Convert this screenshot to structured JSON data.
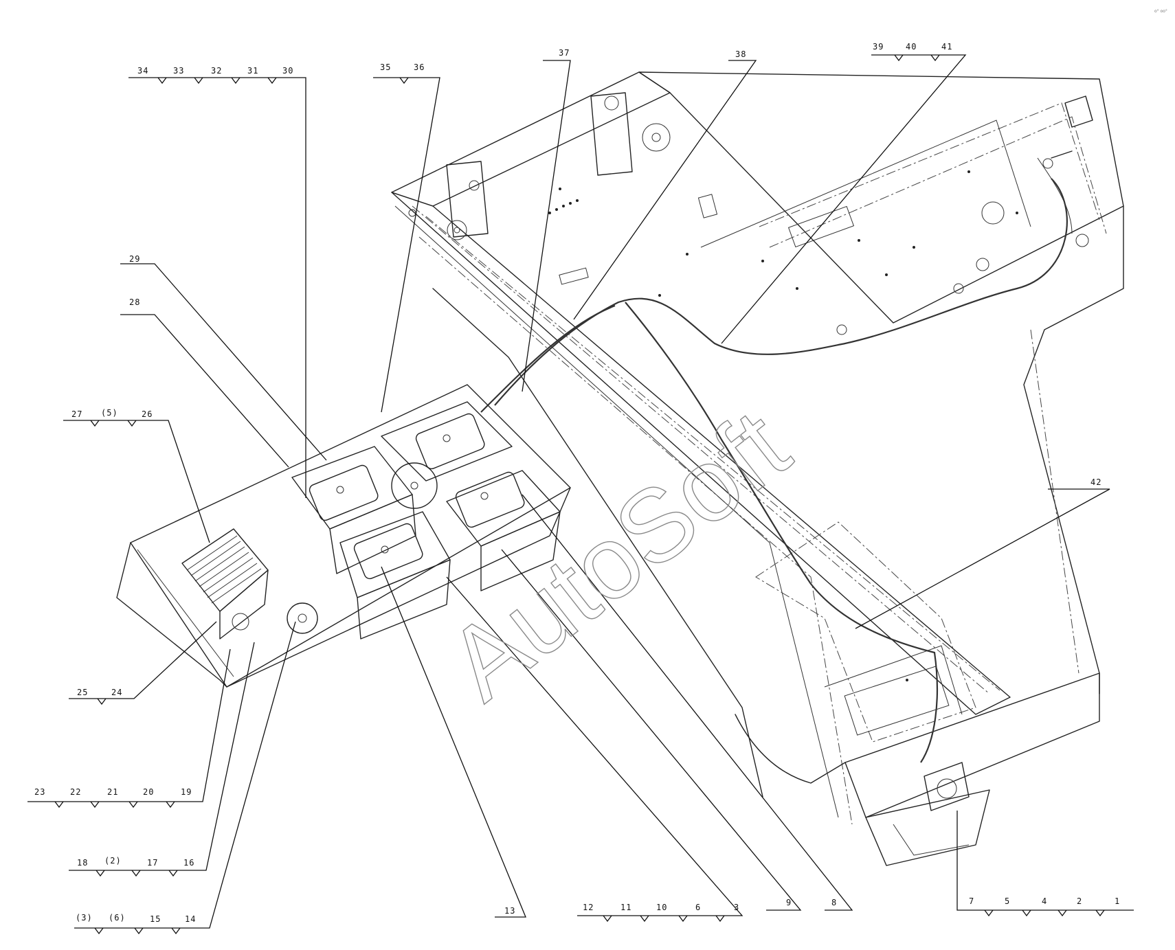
{
  "watermark": "AutoSoft",
  "corner_mark": "o° oo°",
  "callouts": {
    "c37": "37",
    "c38": "38",
    "c39": "39",
    "c40": "40",
    "c41": "41",
    "c34": "34",
    "c33": "33",
    "c32": "32",
    "c31": "31",
    "c30": "30",
    "c35": "35",
    "c36": "36",
    "c29": "29",
    "c28": "28",
    "c27": "27",
    "c5a": "(5)",
    "c26": "26",
    "c42": "42",
    "c25": "25",
    "c24": "24",
    "c23": "23",
    "c22": "22",
    "c21": "21",
    "c20": "20",
    "c19": "19",
    "c18": "18",
    "c2a": "(2)",
    "c17": "17",
    "c16": "16",
    "c3a": "(3)",
    "c6a": "(6)",
    "c15": "15",
    "c14": "14",
    "c13": "13",
    "c12": "12",
    "c11": "11",
    "c10": "10",
    "c6": "6",
    "c3": "3",
    "c9": "9",
    "c8": "8",
    "c7": "7",
    "c5": "5",
    "c4": "4",
    "c2": "2",
    "c1": "1"
  }
}
